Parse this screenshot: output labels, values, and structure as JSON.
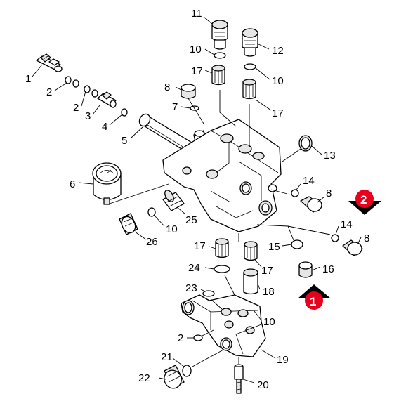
{
  "diagram": {
    "callouts": [
      {
        "id": "c1",
        "text": "1"
      },
      {
        "id": "c2a",
        "text": "2"
      },
      {
        "id": "c2b",
        "text": "2"
      },
      {
        "id": "c2c",
        "text": "2"
      },
      {
        "id": "c3",
        "text": "3"
      },
      {
        "id": "c4",
        "text": "4"
      },
      {
        "id": "c5",
        "text": "5"
      },
      {
        "id": "c6",
        "text": "6"
      },
      {
        "id": "c7",
        "text": "7"
      },
      {
        "id": "c8a",
        "text": "8"
      },
      {
        "id": "c8b",
        "text": "8"
      },
      {
        "id": "c8c",
        "text": "8"
      },
      {
        "id": "c10a",
        "text": "10"
      },
      {
        "id": "c10b",
        "text": "10"
      },
      {
        "id": "c10c",
        "text": "10"
      },
      {
        "id": "c10d",
        "text": "10"
      },
      {
        "id": "c11",
        "text": "11"
      },
      {
        "id": "c12",
        "text": "12"
      },
      {
        "id": "c13",
        "text": "13"
      },
      {
        "id": "c14a",
        "text": "14"
      },
      {
        "id": "c14b",
        "text": "14"
      },
      {
        "id": "c15",
        "text": "15"
      },
      {
        "id": "c16",
        "text": "16"
      },
      {
        "id": "c17a",
        "text": "17"
      },
      {
        "id": "c17b",
        "text": "17"
      },
      {
        "id": "c17c",
        "text": "17"
      },
      {
        "id": "c17d",
        "text": "17"
      },
      {
        "id": "c18",
        "text": "18"
      },
      {
        "id": "c19",
        "text": "19"
      },
      {
        "id": "c20",
        "text": "20"
      },
      {
        "id": "c21",
        "text": "21"
      },
      {
        "id": "c22",
        "text": "22"
      },
      {
        "id": "c23",
        "text": "23"
      },
      {
        "id": "c24",
        "text": "24"
      },
      {
        "id": "c25",
        "text": "25"
      },
      {
        "id": "c26",
        "text": "26"
      }
    ],
    "markers": [
      {
        "id": "m1",
        "text": "1",
        "color": "#e8001c",
        "direction": "up"
      },
      {
        "id": "m2",
        "text": "2",
        "color": "#e8001c",
        "direction": "down"
      }
    ],
    "colors": {
      "line": "#000000",
      "marker": "#e8001c",
      "marker_arrow": "#000000"
    }
  }
}
